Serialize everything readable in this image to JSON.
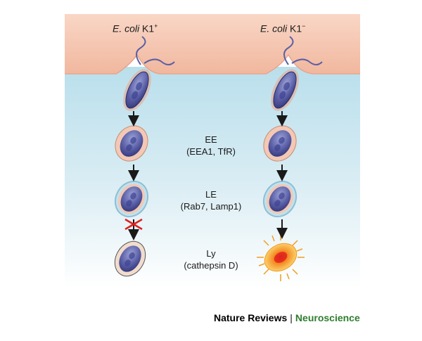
{
  "strains": {
    "left": {
      "name": "E. coli",
      "suffix": "K1",
      "sup": "+"
    },
    "right": {
      "name": "E. coli",
      "suffix": "K1",
      "sup": "−"
    }
  },
  "stages": [
    {
      "abbr": "EE",
      "markers": "(EEA1, TfR)"
    },
    {
      "abbr": "LE",
      "markers": "(Rab7, Lamp1)"
    },
    {
      "abbr": "Ly",
      "markers": "(cathepsin D)"
    }
  ],
  "journal": {
    "name": "Nature Reviews",
    "separator": "|",
    "section": "Neuroscience"
  },
  "colors": {
    "host_membrane": "#f6c9b4",
    "cytoplasm": "#d2e9f2",
    "bacterium": "#5a5fa6",
    "vacuole_ring": "#e9a98f",
    "journal_section": "#2e7d2e",
    "blocked_cross": "#e0201b",
    "degradation": "#f39c1f"
  }
}
